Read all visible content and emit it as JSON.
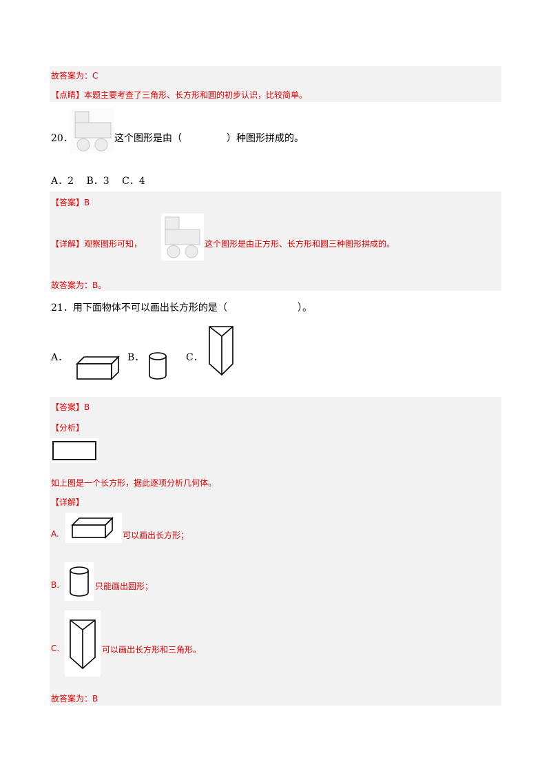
{
  "block19_tail": {
    "answer_line": "故答案为：C",
    "comment_line": "【点睛】本题主要考查了三角形、长方形和圆的初步认识，比较简单。"
  },
  "q20": {
    "number": "20．",
    "stem_part1": "这个图形是由（",
    "stem_part2": "）种图形拼成的。",
    "options": "A．2　 B．3　 C．4",
    "answer": "【答案】B",
    "explain_part1": "【详解】观察图形可知，",
    "explain_part2": "这个图形是由正方形、长方形和圆三种图形拼成的。",
    "final": "故答案为：B。"
  },
  "q21": {
    "stem": "21．用下面物体不可以画出长方形的是（",
    "stem_end": "）。",
    "opt_a": "A．",
    "opt_b": "B．",
    "opt_c": "C．",
    "answer": "【答案】B",
    "analysis_head": "【分析】",
    "analysis_text": "如上图是一个长方形，据此逐项分析几何体。",
    "detail_head": "【详解】",
    "detail_a_label": "A.",
    "detail_a_text": "可以画出长方形；",
    "detail_b_label": "B.",
    "detail_b_text": "只能画出圆形；",
    "detail_c_label": "C.",
    "detail_c_text": "可以画出长方形和三角形。",
    "final": "故答案为：B"
  },
  "colors": {
    "answer_red": "#e00000",
    "panel_grey": "#f2f2f2"
  }
}
